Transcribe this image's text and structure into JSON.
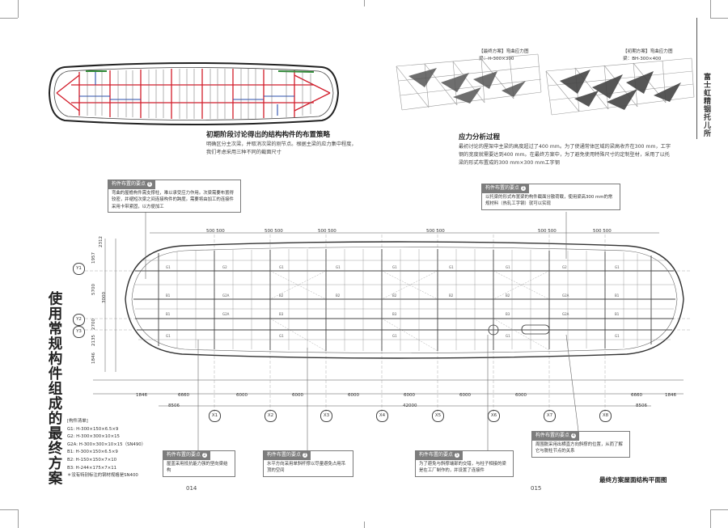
{
  "left_page": {
    "vertical_title": "使用常规构件组成的最终方案",
    "page_number": "014",
    "sketch": {
      "caption": "初期阶段讨论得出的结构构件的布置策略",
      "body": "明确区分主次梁，并取消次梁的刚节点。根据主梁的应力集中程度，我们考虑采用三种不同的截面尺寸"
    },
    "member_list": {
      "heading": "[构件清单]",
      "items": [
        "G1: H-300×150×6.5×9",
        "G2: H-300×300×10×15",
        "G2A: H-300×300×10×15（SN490）",
        "B1: H-300×150×6.5×9",
        "B2: H-150×150×7×10",
        "B3: H-244×175×7×11"
      ],
      "note": "＊没有特别标注的钢材规格是SN400"
    }
  },
  "right_page": {
    "page_number": "015",
    "side_title": "富士虹精铟托儿所",
    "stress": {
      "caption": "应力分析过程",
      "body": "最初讨论的屋架中主梁的高度超过了400 mm。为了使通常体区域的梁高收齐在300 mm，工字钢的宽度就需要达到400 mm。在最终方案中，为了避免使用特殊尺寸的定制型材，采用了以托梁的形式布置成的300 mm×300 mm工字钢"
    },
    "truss_final": {
      "tag": "【最终方案】弯曲应力图",
      "spec": "梁：H-300×300"
    },
    "truss_initial": {
      "tag": "【初期方案】弯曲应力图",
      "spec": "梁：BH-300×400"
    },
    "plan_title": "最终方案屋面结构平面图"
  },
  "callouts": [
    {
      "title": "构件布置的要点",
      "num": "6",
      "text": "弯曲的屋檐构件需支撑柱，难以承受应力作用。次梁需要布置得较密，并缩短次梁之间连接构件的跨度。需要将由加工的连接件采用卡带紧固，以方便加工"
    },
    {
      "title": "构件布置的要点",
      "num": "1",
      "text": "以托梁的形式布置梁的构件截面分散荷载，使用梁高300 mm的常规材料（热轧工字钢）就可以实现"
    },
    {
      "title": "构件布置的要点",
      "num": "2",
      "text": "屋盖采用抵抗能力强的坚向梁结构"
    },
    {
      "title": "构件布置的要点",
      "num": "3",
      "text": "水平方向采用单斜杆撑以尽量避免占用吊顶的空间"
    },
    {
      "title": "构件布置的要点",
      "num": "5",
      "text": "为了避免与斜撑端部的交错，与柱子相接的梁是在工厂制作的，并设置了连接件"
    },
    {
      "title": "构件布置的要点",
      "num": "4",
      "text": "周围脱采用出横直方向斜撑的位置，从而了解它与脱柱节点的关系"
    }
  ],
  "plan": {
    "row_axes": [
      "Y1",
      "Y2",
      "Y3"
    ],
    "col_axes": [
      "X1",
      "X2",
      "X3",
      "X4",
      "X5",
      "X6",
      "X7",
      "X8"
    ],
    "bay_dims": [
      "1846",
      "6660",
      "6000",
      "6000",
      "6000",
      "6000",
      "6000",
      "6000",
      "6660",
      "1846"
    ],
    "sub_dims_left": "8506",
    "sub_dims_right": "8506",
    "total_dim": "42000",
    "top_dims": [
      "500 500",
      "500 500",
      "500 500",
      "500 500",
      "500 500",
      "500 500"
    ],
    "left_dims": [
      "2312",
      "1957",
      "5700",
      "3000",
      "2700",
      "2135",
      "1846"
    ],
    "member_tags": [
      "G1",
      "G2",
      "G2A",
      "B1",
      "B2",
      "B3"
    ]
  },
  "colors": {
    "accent_gray": "#7d7d7d",
    "sketch_red": "#d21c2a",
    "sketch_blue": "#2a4fae",
    "sketch_green": "#2f8a37"
  }
}
